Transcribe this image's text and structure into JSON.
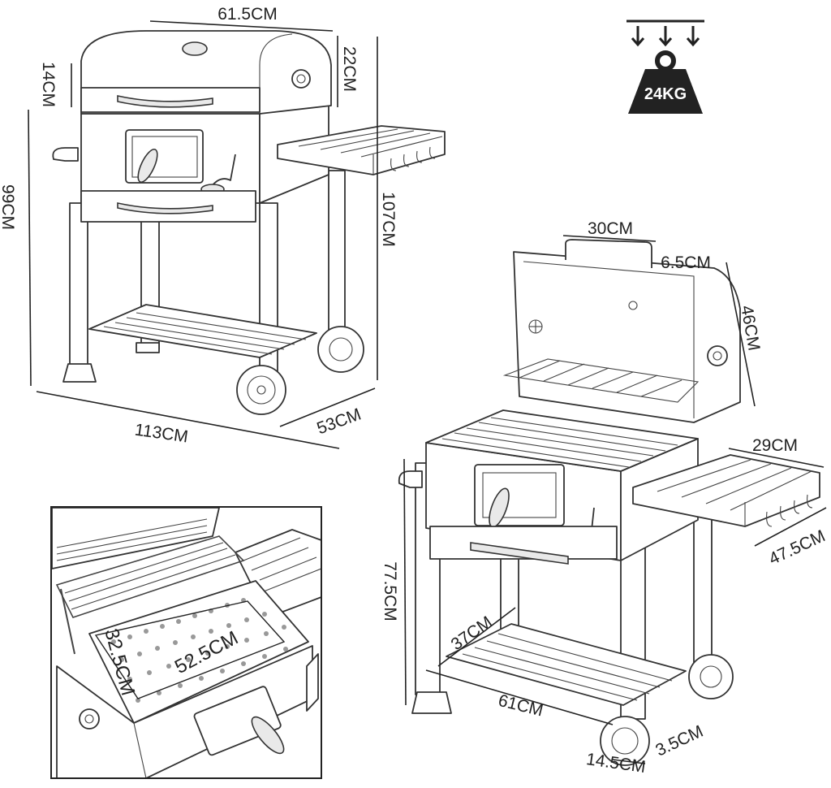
{
  "weight": {
    "label": "24KG"
  },
  "dimensions": {
    "top_width": "61.5CM",
    "lid_depth": "22CM",
    "handle_gap": "14CM",
    "total_height": "99CM",
    "side_height": "107CM",
    "total_length": "113CM",
    "depth": "53CM",
    "lid_handle": "30CM",
    "lid_edge": "6.5CM",
    "lid_height": "46CM",
    "shelf_width": "29CM",
    "shelf_length": "47.5CM",
    "work_height": "77.5CM",
    "shelf_depth": "37CM",
    "bottom_length": "61CM",
    "wheel_width": "3.5CM",
    "wheel_diameter": "14.5CM",
    "grate_width": "32.5CM",
    "grate_length": "52.5CM"
  }
}
